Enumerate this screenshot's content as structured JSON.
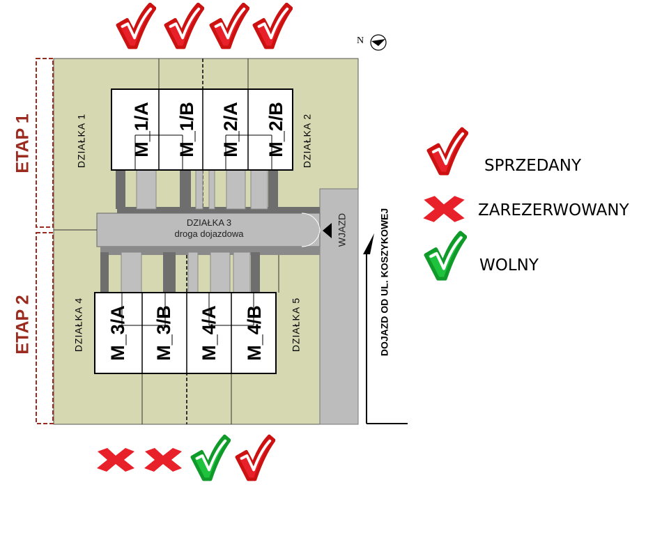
{
  "colors": {
    "plot": "#d6d8b1",
    "road": "#bcbcbc",
    "etap": "#9b2a1f",
    "sold": "#e8202a",
    "reserved": "#e8202a",
    "free": "#1ec23c",
    "dark_strip": "#6e6e6e",
    "light_strip": "#bfbfbf"
  },
  "north_label": "N",
  "etaps": [
    "ETAP 1",
    "ETAP 2"
  ],
  "plots": {
    "p1": "DZIAŁKA 1",
    "p2": "DZIAŁKA 2",
    "p3_name": "DZIAŁKA 3",
    "p3_desc": "droga dojazdowa",
    "p4": "DZIAŁKA 4",
    "p5": "DZIAŁKA 5"
  },
  "entry_label": "WJAZD",
  "access_label": "DOJAZD OD UL. KOSZYKOWEJ",
  "houses_top": [
    {
      "label": "M_1/A",
      "status": "sold"
    },
    {
      "label": "M_1/B",
      "status": "sold"
    },
    {
      "label": "M_2/A",
      "status": "sold"
    },
    {
      "label": "M_2/B",
      "status": "sold"
    }
  ],
  "houses_bottom": [
    {
      "label": "M_3/A",
      "status": "reserved"
    },
    {
      "label": "M_3/B",
      "status": "reserved"
    },
    {
      "label": "M_4/A",
      "status": "free"
    },
    {
      "label": "M_4/B",
      "status": "sold"
    }
  ],
  "legend": [
    {
      "icon": "sold-check-icon",
      "label": "SPRZEDANY"
    },
    {
      "icon": "reserved-cross-icon",
      "label": "ZAREZERWOWANY"
    },
    {
      "icon": "free-check-icon",
      "label": "WOLNY"
    }
  ]
}
